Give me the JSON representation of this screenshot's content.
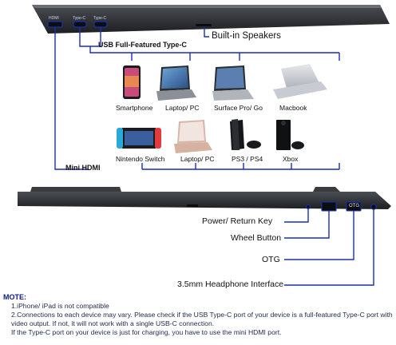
{
  "top": {
    "ports": {
      "hdmi": "HDMI",
      "typec1": "Type-C",
      "typec2": "Type-C"
    },
    "speakers_label": "Built-in Speakers",
    "usbc_label": "USB Full-Featured Type-C",
    "hdmi_label": "Mini HDMI",
    "devices_row1": [
      "Smartphone",
      "Laptop/ PC",
      "Surface Pro/ Go",
      "Macbook"
    ],
    "devices_row2": [
      "Nintendo Switch",
      "Laptop/ PC",
      "PS3 / PS4",
      "Xbox"
    ]
  },
  "side": {
    "otg_port": "OTG",
    "labels": {
      "power": "Power/ Return Key",
      "wheel": "Wheel Button",
      "otg": "OTG",
      "headphone": "3.5mm  Headphone Interface"
    }
  },
  "notes": {
    "title": "MOTE:",
    "lines": [
      "1.iPhone/ iPad is not compatible",
      "2.Connections to each device may vary. Please check if the USB Type-C port of your device is a full-featured Type-C port with video output. If not, it will not work with a single USB-C connection.",
      "If the Type-C port on your device is just for charging, you have to use the mini HDMI port."
    ]
  },
  "colors": {
    "line": "#1a2fb5",
    "device": "#2d2f33"
  }
}
